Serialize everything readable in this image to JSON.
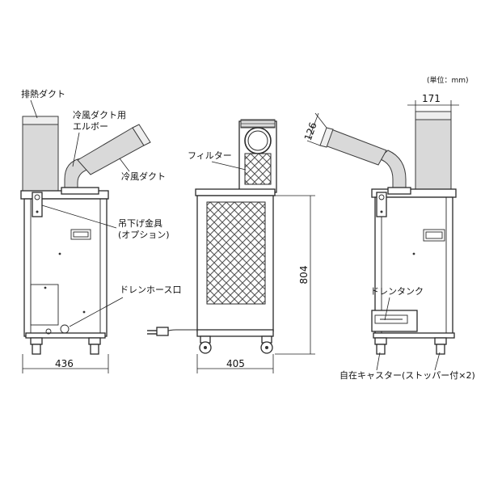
{
  "unit_note": "(単位：mm)",
  "labels": {
    "exhaust_duct": "排熱ダクト",
    "cold_elbow_line1": "冷風ダクト用",
    "cold_elbow_line2": "エルボー",
    "cold_duct": "冷風ダクト",
    "filter": "フィルター",
    "hanger_line1": "吊下げ金具",
    "hanger_line2": "(オプション)",
    "drain_hose": "ドレンホース口",
    "drain_tank": "ドレンタンク",
    "caster": "自在キャスター(ストッパー付×2)"
  },
  "dimensions": {
    "width_side": "436",
    "width_front": "405",
    "height": "804",
    "duct_width": "171",
    "duct_diameter": "126"
  },
  "colors": {
    "outline": "#2a2a2a",
    "duct_fill": "#d9d9d9",
    "grille": "#555555"
  }
}
